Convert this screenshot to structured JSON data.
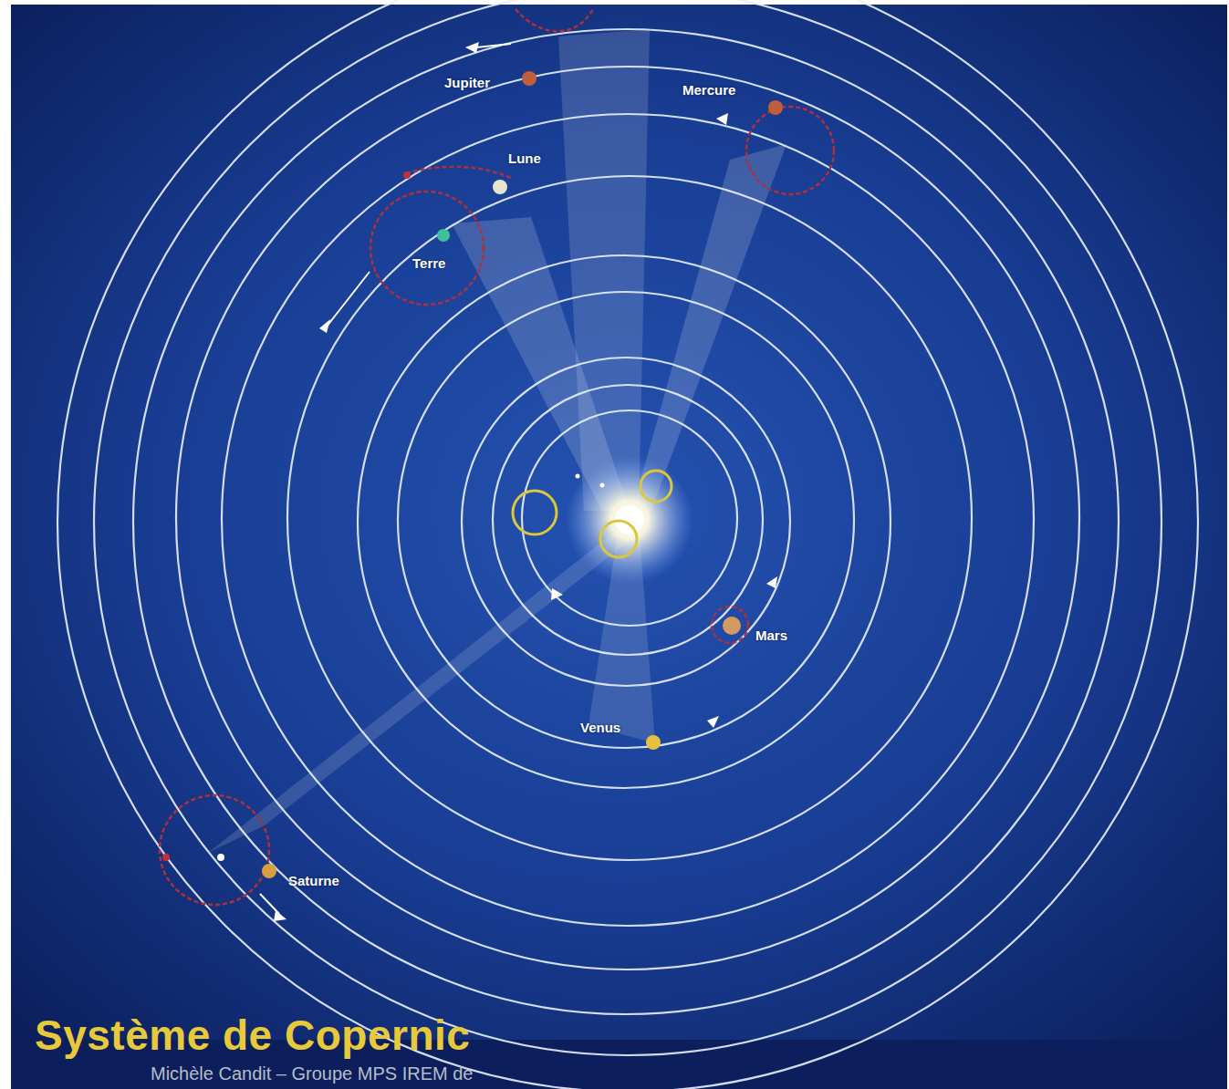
{
  "diagram": {
    "title": "Système de Copernic",
    "labels": [
      "Jupiter",
      "Mercure",
      "Lune",
      "Terre",
      "Mars",
      "Venus",
      "Saturne",
      "Michèle Candit – Groupe MPS IREM de"
    ]
  }
}
